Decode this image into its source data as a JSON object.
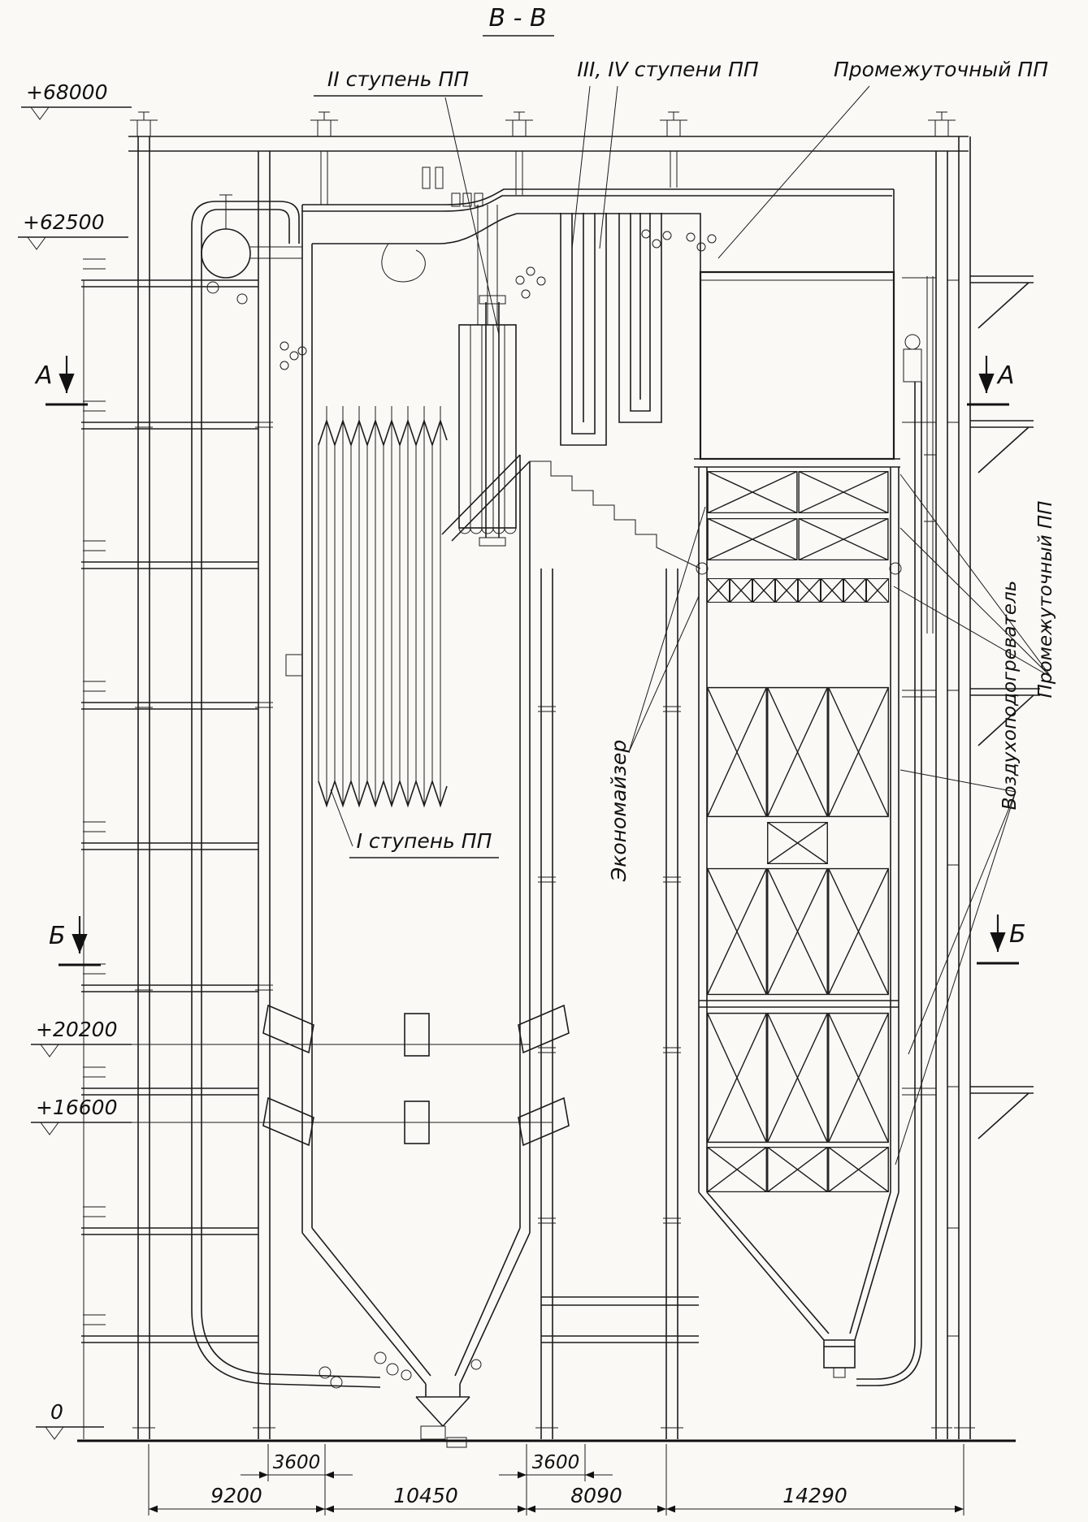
{
  "title": "В - В",
  "elevations": {
    "e68000": "+68000",
    "e62500": "+62500",
    "e20200": "+20200",
    "e16600": "+16600",
    "zero": "0"
  },
  "sections": {
    "a": "А",
    "b": "Б"
  },
  "labels": {
    "stage2": "II ступень ПП",
    "stage34": "III, IV ступени ПП",
    "intermediate_top": "Промежуточный ПП",
    "stage1": "I ступень ПП",
    "economizer": "Экономайзер",
    "air_preheater": "Воздухоподогреватель",
    "intermediate_right": "Промежуточный ПП"
  },
  "dims": {
    "w3600_left": "3600",
    "w3600_right": "3600",
    "w9200": "9200",
    "w10450": "10450",
    "w8090": "8090",
    "w14290": "14290"
  }
}
